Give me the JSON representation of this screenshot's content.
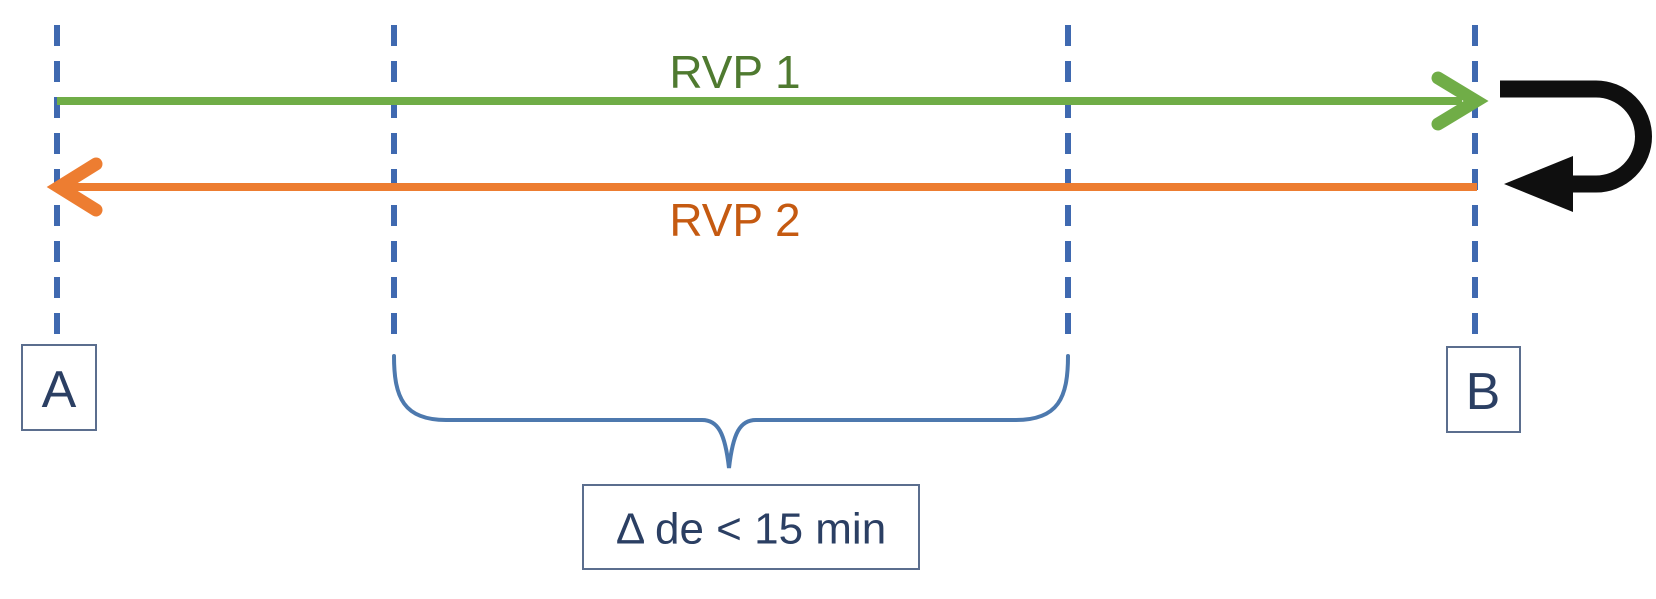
{
  "labels": {
    "rvp1": "RVP 1",
    "rvp2": "RVP 2",
    "point_a": "A",
    "point_b": "B",
    "delta_annotation": "Δ de < 15 min"
  },
  "colors": {
    "guide_blue": "#3f69b0",
    "rvp1_green": "#70ad47",
    "rvp1_label_green": "#4f7a30",
    "rvp2_orange": "#ed7d31",
    "rvp2_label_orange": "#c55a11",
    "brace_blue": "#4d79ae",
    "box_border": "#5b6e8e",
    "box_text": "#2b3f63",
    "uturn_black": "#0f0f0f"
  }
}
